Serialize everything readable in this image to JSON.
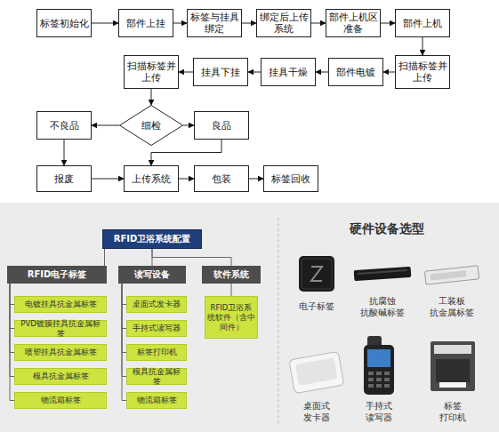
{
  "diagram": {
    "nodes": [
      {
        "text": [
          "标签初始化"
        ]
      },
      {
        "text": [
          "部件上挂"
        ]
      },
      {
        "text": [
          "标签与挂具绑定"
        ]
      },
      {
        "text": [
          "绑定后上传系统"
        ]
      },
      {
        "text": [
          "部件上机区准备"
        ]
      },
      {
        "text": [
          "部件上机"
        ]
      },
      {
        "text": [
          "扫描标签并上传"
        ]
      },
      {
        "text": [
          "挂具下挂"
        ]
      },
      {
        "text": [
          "挂具干燥"
        ]
      },
      {
        "text": [
          "部件电镀"
        ]
      },
      {
        "text": [
          "扫描标签并上传"
        ]
      },
      {
        "text": [
          "不良品"
        ]
      },
      {
        "text": [
          "细检"
        ]
      },
      {
        "text": [
          "良品"
        ]
      },
      {
        "text": [
          "报废"
        ]
      },
      {
        "text": [
          "上传系统"
        ]
      },
      {
        "text": [
          "包装"
        ]
      },
      {
        "text": [
          "标签回收"
        ]
      },
      {
        "text": [
          "RFID卫浴系统配置"
        ]
      },
      {
        "text": [
          "RFID电子标签"
        ]
      },
      {
        "text": [
          "读写设备"
        ]
      },
      {
        "text": [
          "软件系统"
        ]
      },
      {
        "text": [
          "电镀挂具抗金属标签"
        ]
      },
      {
        "text": [
          "PVD镀膜挂具抗金属标签"
        ]
      },
      {
        "text": [
          "喷塑挂具抗金属标签"
        ]
      },
      {
        "text": [
          "模具抗金属标签"
        ]
      },
      {
        "text": [
          "物流箱标签"
        ]
      },
      {
        "text": [
          "桌面式发卡器"
        ]
      },
      {
        "text": [
          "手持式读写器"
        ]
      },
      {
        "text": [
          "标签打印机"
        ]
      },
      {
        "text": [
          "模具抗金属标签"
        ]
      },
      {
        "text": [
          "物流箱标签"
        ]
      },
      {
        "text": [
          "RFID卫浴系统软件（含中间件）"
        ]
      }
    ],
    "edges": [
      {
        "from": 0,
        "to": 1,
        "arrow": "to"
      },
      {
        "from": 1,
        "to": 2,
        "arrow": "to"
      },
      {
        "from": 2,
        "to": 3,
        "arrow": "to"
      },
      {
        "from": 3,
        "to": 4,
        "arrow": "to"
      },
      {
        "from": 4,
        "to": 5,
        "arrow": "to"
      },
      {
        "from": 5,
        "to": 10,
        "arrow": "to"
      },
      {
        "from": 10,
        "to": 9,
        "arrow": "to"
      },
      {
        "from": 9,
        "to": 8,
        "arrow": "to"
      },
      {
        "from": 8,
        "to": 7,
        "arrow": "to"
      },
      {
        "from": 7,
        "to": 6,
        "arrow": "to"
      },
      {
        "from": 6,
        "to": 12,
        "arrow": "to"
      },
      {
        "from": 12,
        "to": 11,
        "arrow": "to"
      },
      {
        "from": 12,
        "to": 13,
        "arrow": "to"
      },
      {
        "from": 11,
        "to": 14,
        "arrow": "to"
      },
      {
        "from": 14,
        "to": 15,
        "arrow": "to"
      },
      {
        "from": 13,
        "to": 15,
        "arrow": "to"
      },
      {
        "from": 15,
        "to": 16,
        "arrow": "to"
      },
      {
        "from": 16,
        "to": 17,
        "arrow": "to"
      },
      {
        "from": 18,
        "to": 19,
        "arrow": "none"
      },
      {
        "from": 18,
        "to": 20,
        "arrow": "none"
      },
      {
        "from": 18,
        "to": 21,
        "arrow": "none"
      },
      {
        "from": 19,
        "to": 22,
        "arrow": "none"
      },
      {
        "from": 19,
        "to": 23,
        "arrow": "none"
      },
      {
        "from": 19,
        "to": 24,
        "arrow": "none"
      },
      {
        "from": 19,
        "to": 25,
        "arrow": "none"
      },
      {
        "from": 19,
        "to": 26,
        "arrow": "none"
      },
      {
        "from": 20,
        "to": 27,
        "arrow": "none"
      },
      {
        "from": 20,
        "to": 28,
        "arrow": "none"
      },
      {
        "from": 20,
        "to": 29,
        "arrow": "none"
      },
      {
        "from": 20,
        "to": 30,
        "arrow": "none"
      },
      {
        "from": 20,
        "to": 31,
        "arrow": "none"
      },
      {
        "from": 21,
        "to": 32,
        "arrow": "none"
      }
    ],
    "labels": [
      "硬件设备选型",
      "电子标签",
      "抗腐蚀 抗酸碱标签",
      "工装板 抗金属标签",
      "桌面式 发卡器",
      "手持式 读写器",
      "标签 打印机"
    ]
  }
}
